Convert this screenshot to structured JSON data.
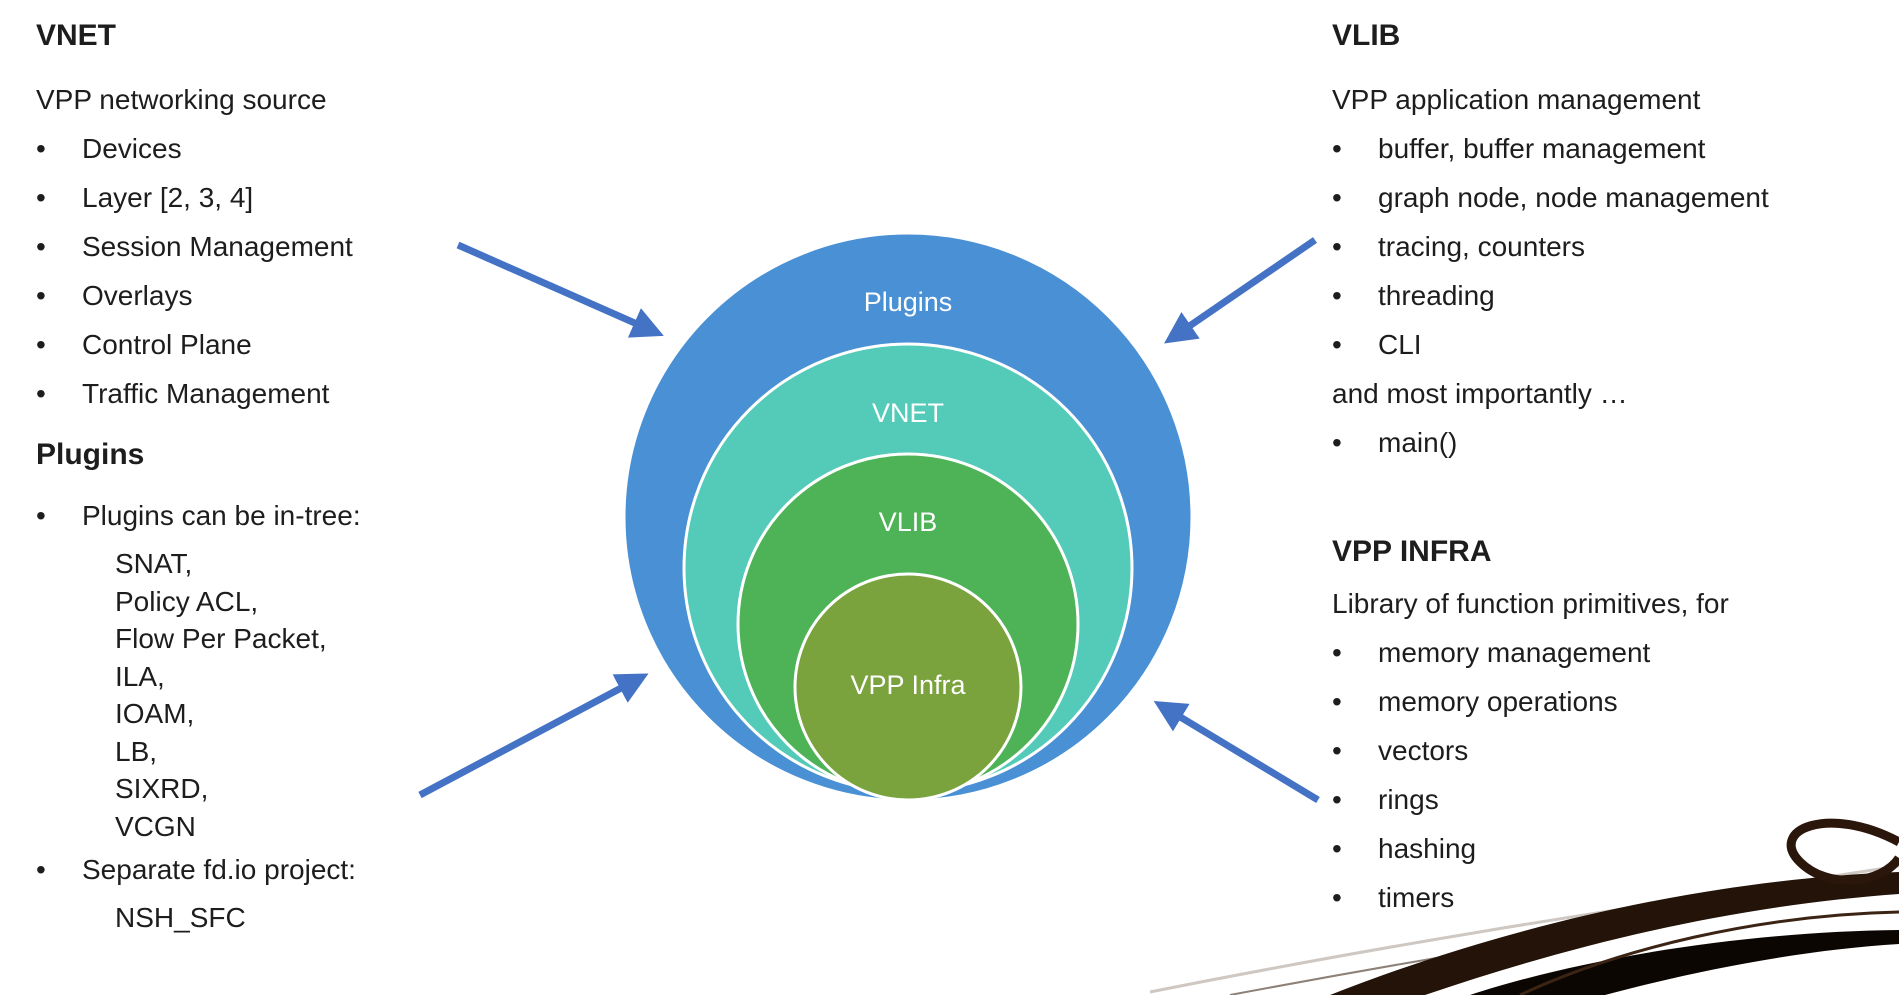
{
  "left": {
    "vnet": {
      "heading": "VNET",
      "subtitle": "VPP networking source",
      "items": [
        "Devices",
        "Layer [2, 3, 4]",
        "Session Management",
        "Overlays",
        "Control Plane",
        "Traffic Management"
      ]
    },
    "plugins": {
      "heading": "Plugins",
      "intree_label": "Plugins can be in-tree:",
      "intree_items": [
        "SNAT,",
        "Policy ACL,",
        "Flow Per Packet,",
        "ILA,",
        "IOAM,",
        "LB,",
        "SIXRD,",
        "VCGN"
      ],
      "separate_label": "Separate fd.io project:",
      "separate_items": [
        "NSH_SFC"
      ]
    }
  },
  "right": {
    "vlib": {
      "heading": "VLIB",
      "subtitle": "VPP application management",
      "items": [
        "buffer, buffer management",
        "graph node, node management",
        "tracing, counters",
        "threading",
        "CLI"
      ],
      "outro": "and most importantly …",
      "outro_items": [
        "main()"
      ]
    },
    "vppinfra": {
      "heading": "VPP INFRA",
      "subtitle": "Library of function primitives, for",
      "items": [
        "memory management",
        "memory operations",
        "vectors",
        "rings",
        "hashing",
        "timers"
      ]
    }
  },
  "diagram": {
    "rings": [
      {
        "label": "Plugins",
        "color": "#4a90d5"
      },
      {
        "label": "VNET",
        "color": "#53cbb8"
      },
      {
        "label": "VLIB",
        "color": "#4db356"
      },
      {
        "label": "VPP Infra",
        "color": "#7aa23d"
      }
    ],
    "arrow_color": "#4472c4"
  }
}
